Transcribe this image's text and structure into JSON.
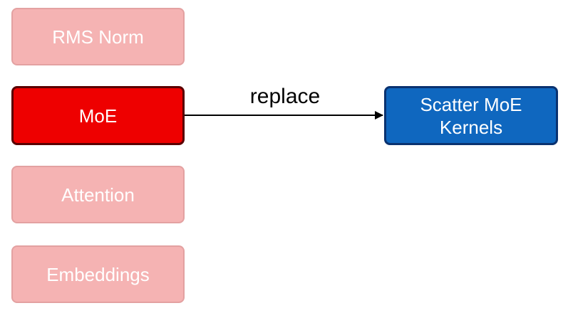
{
  "blocks": {
    "rms_norm": "RMS Norm",
    "moe": "MoE",
    "attention": "Attention",
    "embeddings": "Embeddings"
  },
  "replacement": {
    "line1": "Scatter MoE",
    "line2": "Kernels"
  },
  "arrow_label": "replace",
  "colors": {
    "faded_fill": "#f5b3b3",
    "faded_border": "#e3a1a1",
    "moe_fill": "#ee0000",
    "moe_border": "#5a0000",
    "target_fill": "#0f67bf",
    "target_border": "#0a3270",
    "text": "#ffffff"
  }
}
